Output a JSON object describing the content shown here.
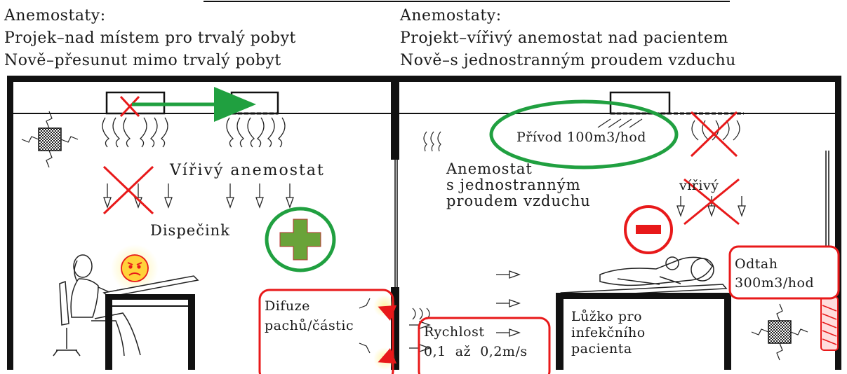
{
  "left": {
    "heading": "Anemostaty:",
    "line1": "Projek–nad místem pro trvalý pobyt",
    "line2": "Nově–přesunut mimo trvalý pobyt",
    "swirl_label": "Vířivý anemostat",
    "room_label": "Dispečink",
    "diffusion_label_1": "Difuze",
    "diffusion_label_2": "pachů/částic"
  },
  "right": {
    "heading": "Anemostaty:",
    "line1": "Projekt–vířivý anemostat nad pacientem",
    "line2": "Nově–s jednostranným proudem vzduchu",
    "supply_label": "Přívod 100m3/hod",
    "onesided_1": "Anemostat",
    "onesided_2": "s jednostranným",
    "onesided_3": "proudem vzduchu",
    "swirl_short": "vířivý",
    "exhaust_1": "Odtah",
    "exhaust_2": "300m3/hod",
    "speed_1": "Rychlost",
    "speed_2": "0,1  až  0,2m/s",
    "bed_1": "Lůžko pro",
    "bed_2": "infekčního",
    "bed_3": "pacienta"
  },
  "colors": {
    "wall": "#111111",
    "red": "#e8191a",
    "green": "#20a040",
    "plus": "#6aa339",
    "face": "#ffd23a"
  },
  "icons": [
    "cross-mark-icon",
    "plus-icon",
    "minus-icon",
    "angry-face-icon",
    "swirl-diffuser-icon",
    "exhaust-grille-icon",
    "airflow-arrow-icon"
  ]
}
